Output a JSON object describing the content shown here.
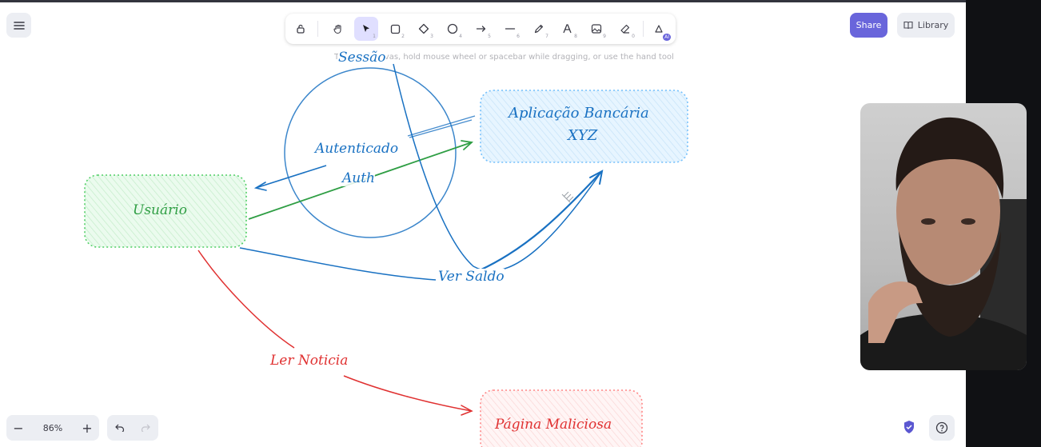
{
  "toolbar": {
    "tools": [
      {
        "name": "lock",
        "num": ""
      },
      {
        "name": "hand",
        "num": ""
      },
      {
        "name": "selection",
        "num": "1"
      },
      {
        "name": "rectangle",
        "num": "2"
      },
      {
        "name": "diamond",
        "num": "3"
      },
      {
        "name": "ellipse",
        "num": "4"
      },
      {
        "name": "arrow",
        "num": "5"
      },
      {
        "name": "line",
        "num": "6"
      },
      {
        "name": "draw",
        "num": "7"
      },
      {
        "name": "text",
        "num": "8"
      },
      {
        "name": "image",
        "num": "9"
      },
      {
        "name": "eraser",
        "num": "0"
      }
    ],
    "ai_badge": "AI",
    "hint": "To move canvas, hold mouse wheel or spacebar while dragging, or use the hand tool"
  },
  "header": {
    "share_label": "Share",
    "library_label": "Library"
  },
  "footer": {
    "zoom_level": "86%",
    "zoom_out": "−",
    "zoom_in": "+"
  },
  "diagram": {
    "usuario": "Usuário",
    "app_line1": "Aplicação Bancária",
    "app_line2": "XYZ",
    "pagina": "Página Maliciosa",
    "sessao": "Sessão",
    "autenticado": "Autenticado",
    "auth": "Auth",
    "ver_saldo": "Ver Saldo",
    "ler_noticia": "Ler Noticia"
  },
  "colors": {
    "accent": "#6965db",
    "green": "#2f9e44",
    "blue": "#1971c2",
    "red": "#e03131",
    "green_fill": "#ebfbee",
    "blue_fill": "#e7f5ff",
    "red_fill": "#fff5f5"
  }
}
